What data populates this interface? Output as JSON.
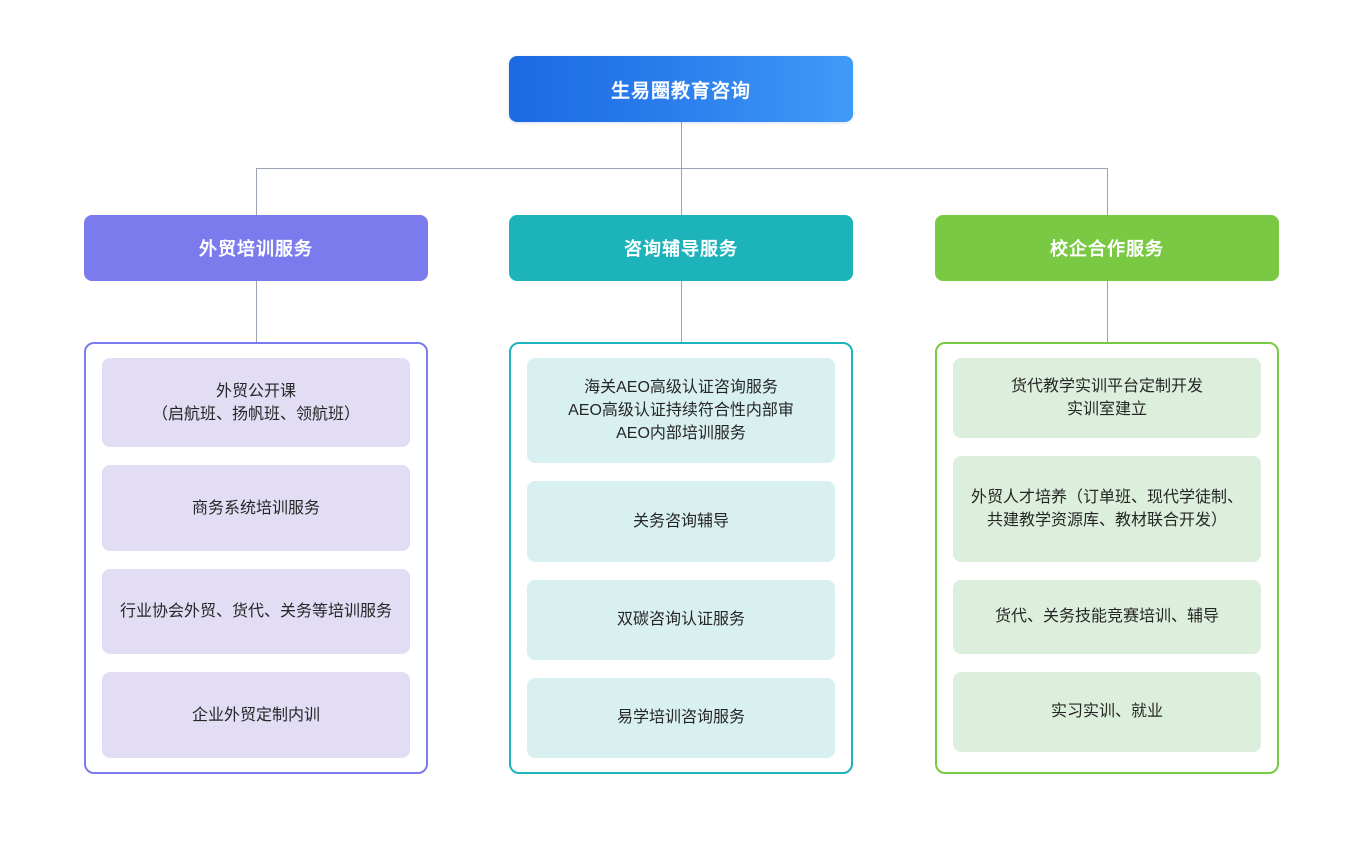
{
  "diagram": {
    "type": "organizational-chart",
    "root": {
      "label": "生易圈教育咨询",
      "color": "#2a7cec",
      "gradient_from": "#1c6ae4",
      "gradient_to": "#3f9bf7"
    },
    "connector_color": "#9aa5b1",
    "branches": [
      {
        "label": "外贸培训服务",
        "color": "#7b7bee",
        "card_color": "#e2ddf5",
        "items": [
          "外贸公开课\n（启航班、扬帆班、领航班）",
          "商务系统培训服务",
          "行业协会外贸、货代、关务等培训服务",
          "企业外贸定制内训"
        ]
      },
      {
        "label": "咨询辅导服务",
        "color": "#1cb3bb",
        "card_color": "#d9f0f0",
        "items": [
          "海关AEO高级认证咨询服务\nAEO高级认证持续符合性内部审\nAEO内部培训服务",
          "关务咨询辅导",
          "双碳咨询认证服务",
          "易学培训咨询服务"
        ]
      },
      {
        "label": "校企合作服务",
        "color": "#7ac943",
        "card_color": "#dcefdc",
        "items": [
          "货代教学实训平台定制开发\n实训室建立",
          "外贸人才培养（订单班、现代学徒制、共建教学资源库、教材联合开发）",
          "货代、关务技能竞赛培训、辅导",
          "实习实训、就业"
        ]
      }
    ]
  }
}
